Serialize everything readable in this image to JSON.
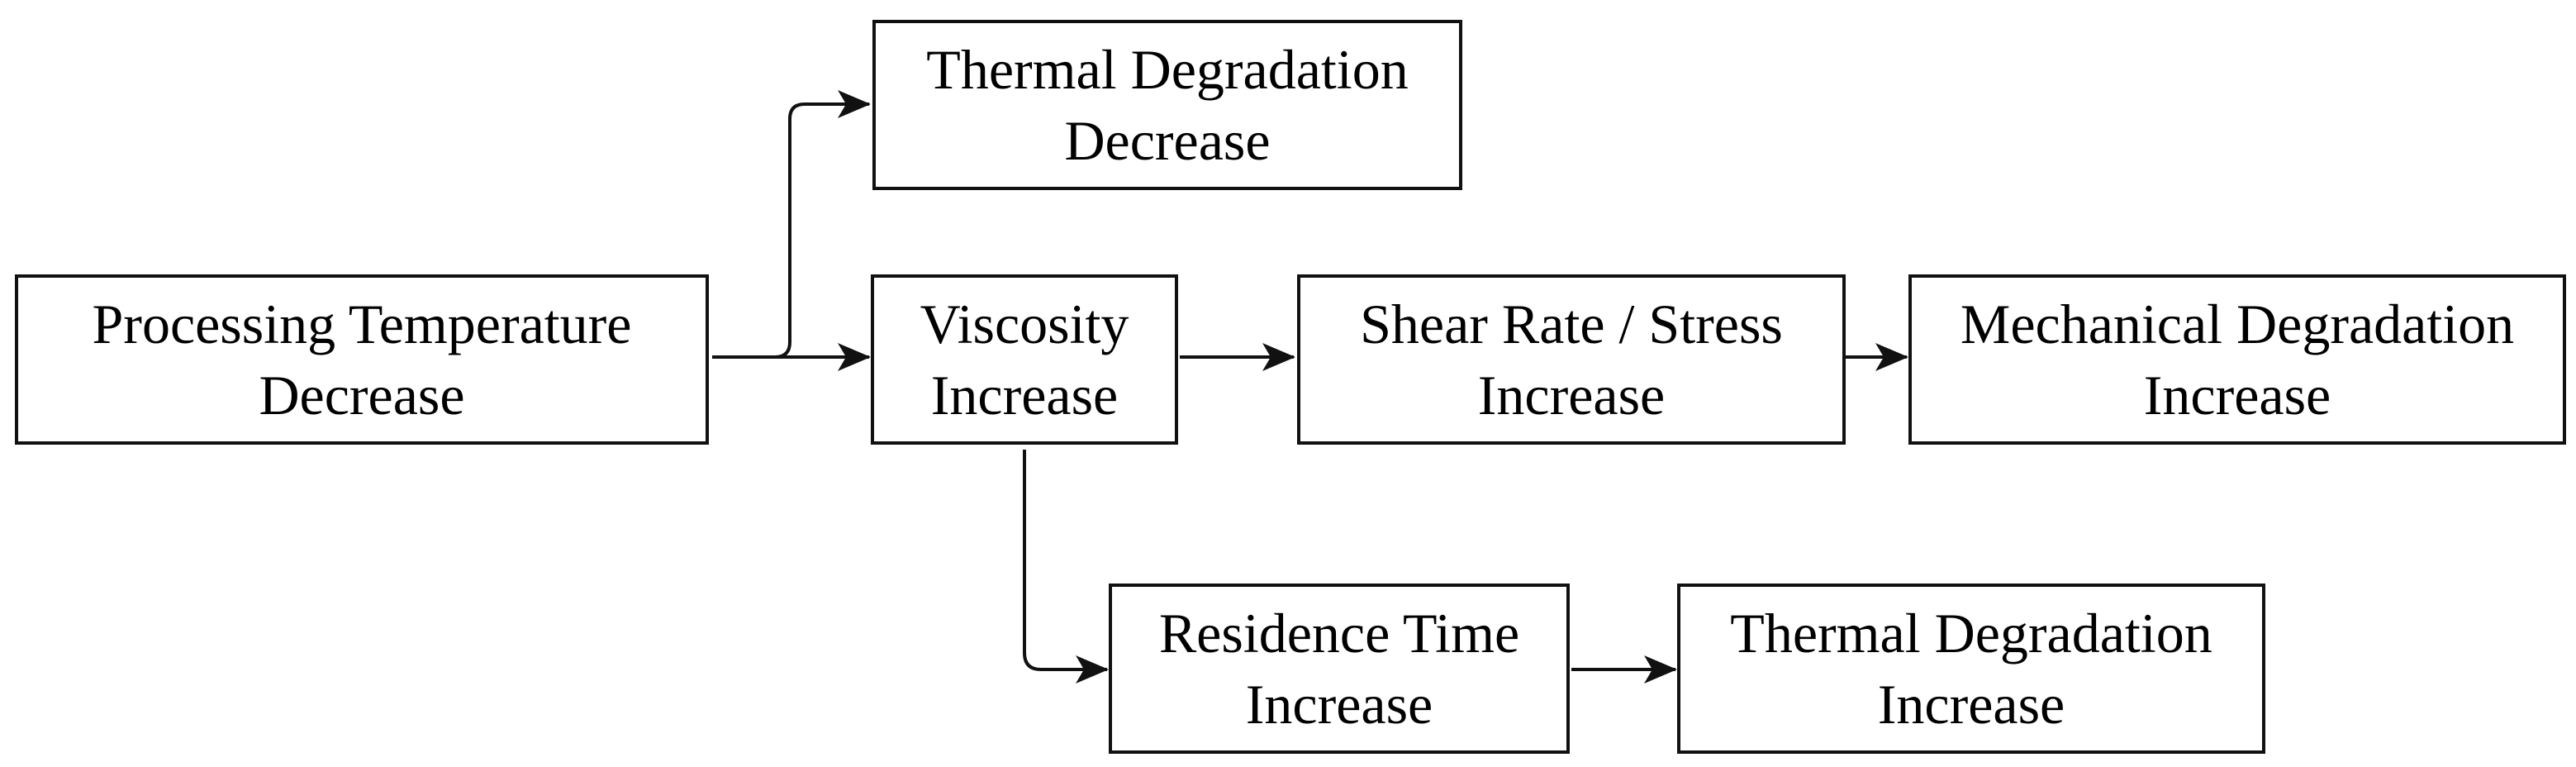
{
  "diagram": {
    "nodes": {
      "processing_temperature": {
        "line1": "Processing Temperature",
        "line2": "Decrease"
      },
      "thermal_degradation_decrease": {
        "line1": "Thermal Degradation",
        "line2": "Decrease"
      },
      "viscosity": {
        "line1": "Viscosity",
        "line2": "Increase"
      },
      "shear_rate_stress": {
        "line1": "Shear Rate / Stress",
        "line2": "Increase"
      },
      "mechanical_degradation": {
        "line1": "Mechanical Degradation",
        "line2": "Increase"
      },
      "residence_time": {
        "line1": "Residence Time",
        "line2": "Increase"
      },
      "thermal_degradation_increase": {
        "line1": "Thermal Degradation",
        "line2": "Increase"
      }
    },
    "edges": [
      {
        "from": "processing_temperature",
        "to": "thermal_degradation_decrease"
      },
      {
        "from": "processing_temperature",
        "to": "viscosity"
      },
      {
        "from": "viscosity",
        "to": "shear_rate_stress"
      },
      {
        "from": "shear_rate_stress",
        "to": "mechanical_degradation"
      },
      {
        "from": "viscosity",
        "to": "residence_time"
      },
      {
        "from": "residence_time",
        "to": "thermal_degradation_increase"
      }
    ],
    "colors": {
      "stroke": "#111111",
      "text": "#000000",
      "background": "#ffffff"
    }
  }
}
